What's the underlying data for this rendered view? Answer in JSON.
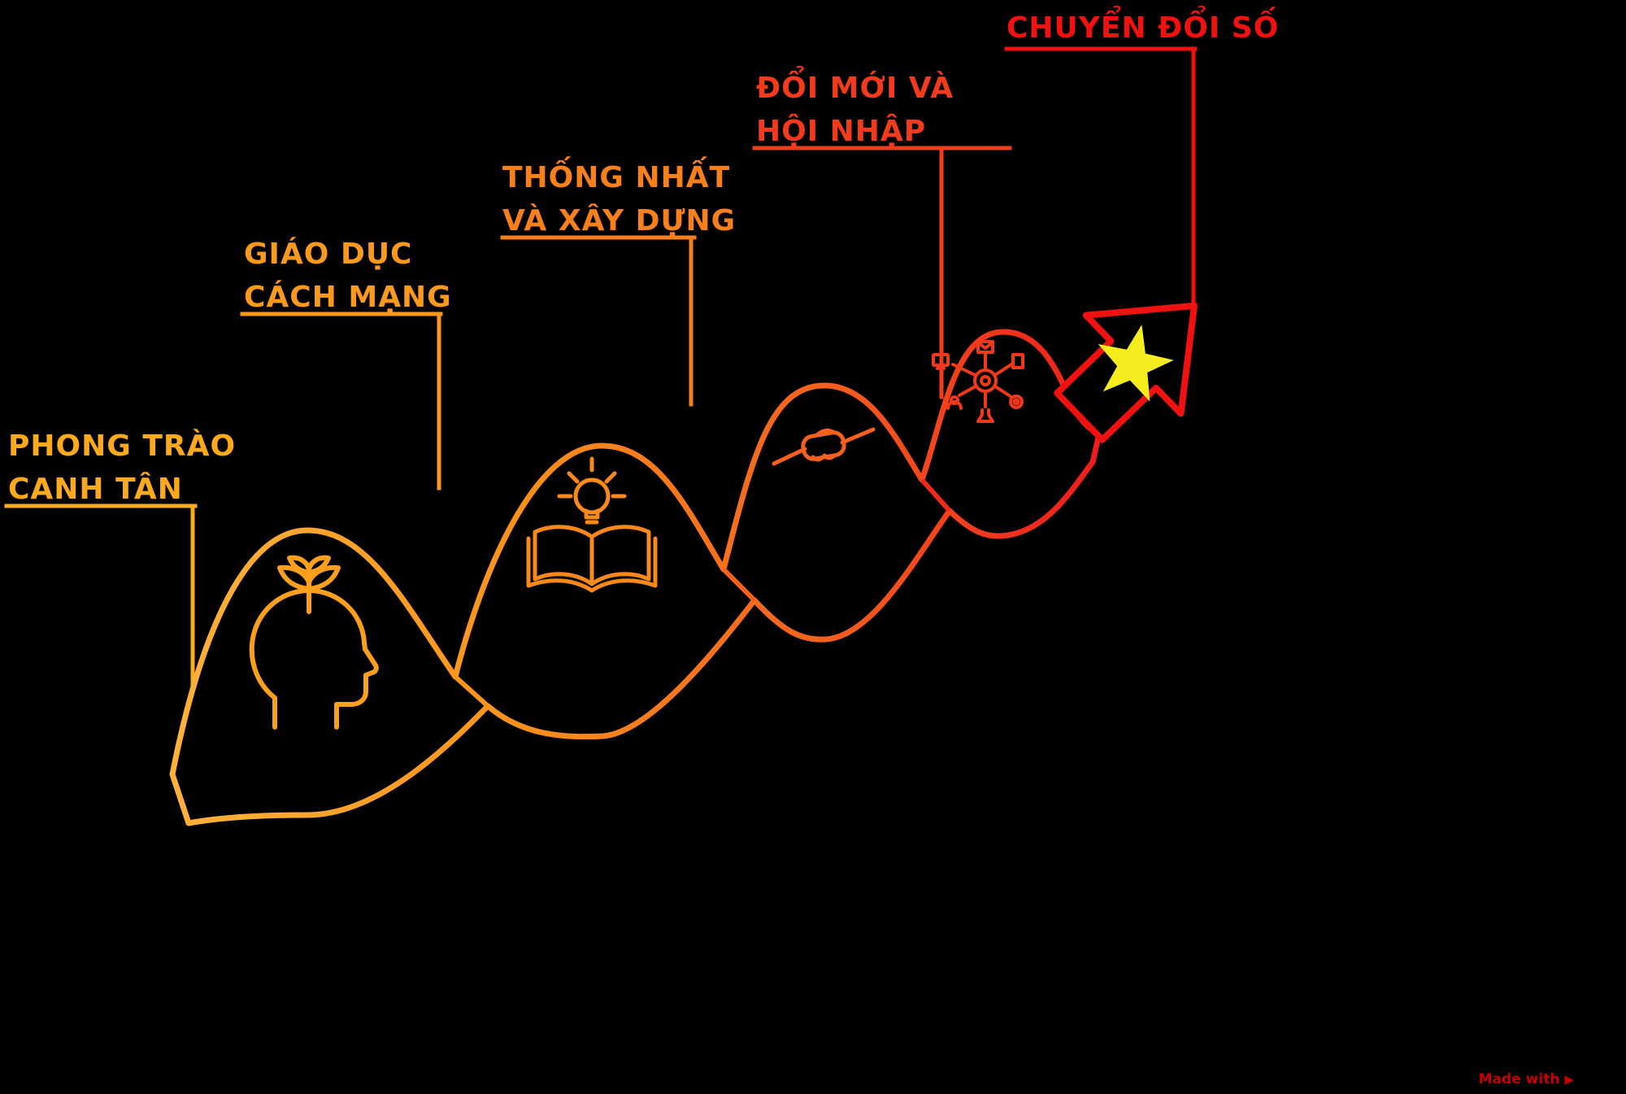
{
  "background": "#000000",
  "stages": [
    {
      "label_line1": "PHONG TRÀO",
      "label_line2": "CANH TÂN",
      "color": "#FCAA1D",
      "icon": "head-sprout"
    },
    {
      "label_line1": "GIÁO DỤC",
      "label_line2": "CÁCH MẠNG",
      "color": "#F9991E",
      "icon": "book-lightbulb"
    },
    {
      "label_line1": "THỐNG NHẤT",
      "label_line2": "VÀ XÂY DỰNG",
      "color": "#F6801B",
      "icon": "joined-hands"
    },
    {
      "label_line1": "ĐỔI MỚI VÀ",
      "label_line2": "HỘI NHẬP",
      "color": "#F23A1C",
      "icon": "digital-network"
    },
    {
      "label_line1": "CHUYỂN ĐỔI SỐ",
      "label_line2": "",
      "color": "#F01111",
      "icon": "arrow-star"
    }
  ],
  "ribbon": {
    "gradient": [
      "#FCB23B",
      "#F9941D",
      "#F4611E",
      "#EE1C1C"
    ],
    "fold_colors": [
      "#F9941D",
      "#F4611E",
      "#EE2A1C"
    ]
  },
  "icons": {
    "head_sprout_color": "#FBA01C",
    "book_bulb_color": "#F8891C",
    "hands_color": "#F4601D",
    "network_color": "#EE3A1B",
    "arrow_color": "#F01111",
    "star_color": "#F6EC1E"
  },
  "watermark": {
    "text": "Made with",
    "color": "#C40000"
  }
}
